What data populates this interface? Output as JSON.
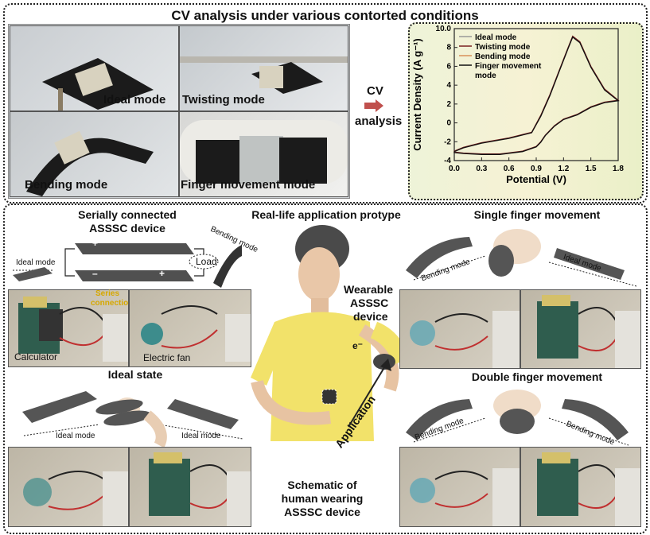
{
  "top": {
    "title": "CV analysis under various contorted conditions",
    "photos": [
      {
        "caption": "Ideal mode"
      },
      {
        "caption": "Twisting mode"
      },
      {
        "caption": "Bending mode"
      },
      {
        "caption": "Finger movement  mode"
      }
    ],
    "arrow_label_1": "CV",
    "arrow_label_2": "analysis",
    "arrow_color": "#c0504d"
  },
  "chart_data": {
    "type": "line",
    "xlabel": "Potential (V)",
    "ylabel": "Current Density (A g⁻¹)",
    "xlim": [
      0.0,
      1.8
    ],
    "ylim": [
      -4,
      10
    ],
    "xticks": [
      "0.0",
      "0.3",
      "0.6",
      "0.9",
      "1.2",
      "1.5",
      "1.8"
    ],
    "yticks": [
      "-4",
      "-2",
      "0",
      "2",
      "4",
      "6",
      "8",
      "10.0"
    ],
    "legend": [
      "Ideal mode",
      "Twisting mode",
      "Bending mode",
      "Finger movement",
      "mode"
    ],
    "legend_colors": [
      "#999999",
      "#7a2020",
      "#d9905a",
      "#111111"
    ],
    "legend_position": "top-left",
    "series": [
      {
        "name": "Twisting mode",
        "color": "#7a2020",
        "x": [
          0.0,
          0.1,
          0.3,
          0.6,
          0.85,
          0.95,
          1.05,
          1.15,
          1.25,
          1.3,
          1.38,
          1.5,
          1.65,
          1.8,
          1.65,
          1.5,
          1.35,
          1.2,
          1.1,
          1.0,
          0.95,
          0.9,
          0.75,
          0.5,
          0.3,
          0.1,
          0.0,
          0.0
        ],
        "y": [
          -3.0,
          -2.6,
          -2.1,
          -1.6,
          -1.0,
          0.8,
          3.0,
          5.5,
          8.0,
          9.2,
          8.6,
          6.0,
          3.6,
          2.4,
          2.2,
          1.7,
          0.9,
          0.4,
          -0.3,
          -1.3,
          -2.0,
          -2.5,
          -3.0,
          -3.3,
          -3.3,
          -3.2,
          -3.1,
          -3.0
        ]
      },
      {
        "name": "Finger movement mode",
        "color": "#111111",
        "x": [
          0.0,
          0.1,
          0.3,
          0.6,
          0.85,
          0.95,
          1.05,
          1.15,
          1.25,
          1.3,
          1.38,
          1.5,
          1.65,
          1.8,
          1.65,
          1.5,
          1.35,
          1.2,
          1.1,
          1.0,
          0.95,
          0.9,
          0.75,
          0.5,
          0.3,
          0.1,
          0.0,
          0.0
        ],
        "y": [
          -3.05,
          -2.65,
          -2.15,
          -1.65,
          -1.05,
          0.7,
          2.9,
          5.4,
          7.9,
          9.1,
          8.5,
          5.9,
          3.5,
          2.35,
          2.15,
          1.65,
          0.85,
          0.35,
          -0.35,
          -1.35,
          -2.05,
          -2.55,
          -3.05,
          -3.35,
          -3.35,
          -3.25,
          -3.15,
          -3.05
        ]
      }
    ]
  },
  "bottom": {
    "center_title": "Real-life application protype",
    "left_title_1": "Serially connected",
    "left_title_2": "ASSSC device",
    "load_label": "Load",
    "ideal_mode": "Ideal mode",
    "bending_mode": "Bending mode",
    "series_connection_1": "Series",
    "series_connection_2": "connection",
    "calculator": "Calculator",
    "electric_fan": "Electric fan",
    "ideal_state": "Ideal state",
    "wearable_1": "Wearable",
    "wearable_2": "ASSSC",
    "wearable_3": "device",
    "application": "Application",
    "schematic_1": "Schematic of",
    "schematic_2": "human wearing",
    "schematic_3": "ASSSC device",
    "single_finger": "Single finger movement",
    "double_finger": "Double finger movement",
    "plus": "+",
    "minus": "–",
    "electron": "e⁻"
  }
}
